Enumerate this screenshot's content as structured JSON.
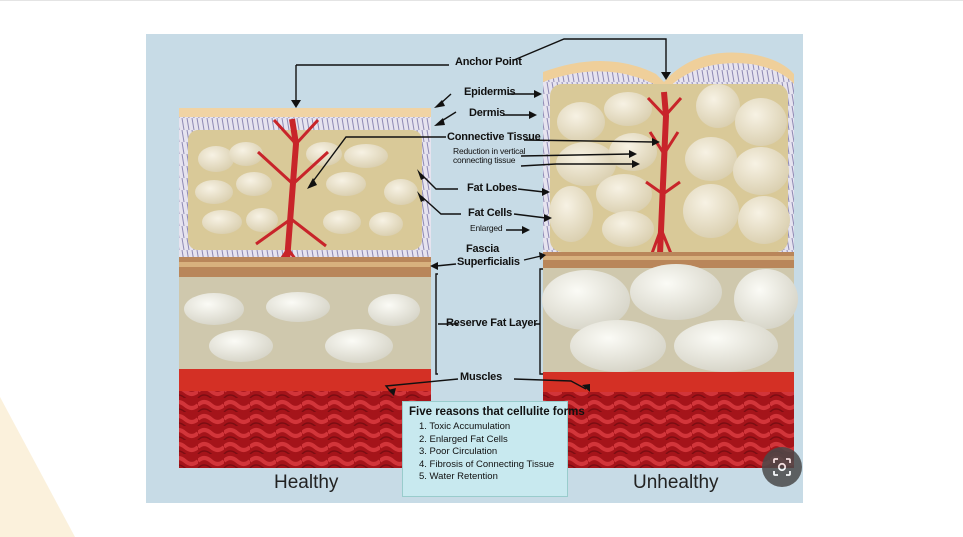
{
  "labels": {
    "anchor_point": "Anchor Point",
    "epidermis": "Epidermis",
    "dermis": "Dermis",
    "connective_tissue": "Connective Tissue",
    "reduction_line1": "Reduction in vertical",
    "reduction_line2": "connecting tissue",
    "fat_lobes": "Fat Lobes",
    "fat_cells": "Fat Cells",
    "enlarged": "Enlarged",
    "fascia_line1": "Fascia",
    "fascia_line2": "Superficialis",
    "reserve_fat": "Reserve Fat Layer",
    "muscles": "Muscles"
  },
  "captions": {
    "healthy": "Healthy",
    "unhealthy": "Unhealthy"
  },
  "reasons": {
    "title": "Five reasons that cellulite forms",
    "items": [
      "1. Toxic Accumulation",
      "2. Enlarged Fat Cells",
      "3. Poor Circulation",
      "4. Fibrosis of Connecting Tissue",
      "5. Water Retention"
    ]
  },
  "icons": {
    "lens": "visual-search-icon"
  },
  "colors": {
    "background": "#c7dbe6",
    "fat": "#ece3cc",
    "vessel": "#c8242a",
    "muscle": "#b3171d",
    "reasons_box": "#c8e9ef"
  }
}
